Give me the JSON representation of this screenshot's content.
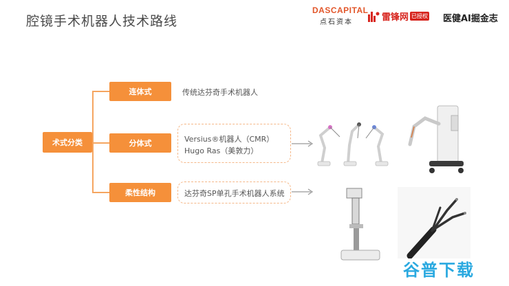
{
  "title": "腔镜手术机器人技术路线",
  "logos": {
    "das_line1": "DASCAPITAL",
    "das_line2": "点石资本",
    "leifeng": "雷锋网",
    "leifeng_tag": "已授权",
    "medical": "医健AI掘金志"
  },
  "root": {
    "label": "术式分类"
  },
  "branches": [
    {
      "label": "连体式",
      "desc_lines": [
        "传统达芬奇手术机器人"
      ]
    },
    {
      "label": "分体式",
      "desc_lines": [
        "Versius®机器人（CMR）",
        "Hugo Ras（美敦力）"
      ]
    },
    {
      "label": "柔性结构",
      "desc_lines": [
        "达芬奇SP单孔手术机器人系统"
      ]
    }
  ],
  "watermark": "谷普下载",
  "colors": {
    "accent": "#f5903a",
    "line": "#f5a560",
    "dashed": "#f5b787",
    "watermark": "#2aa9e0"
  }
}
